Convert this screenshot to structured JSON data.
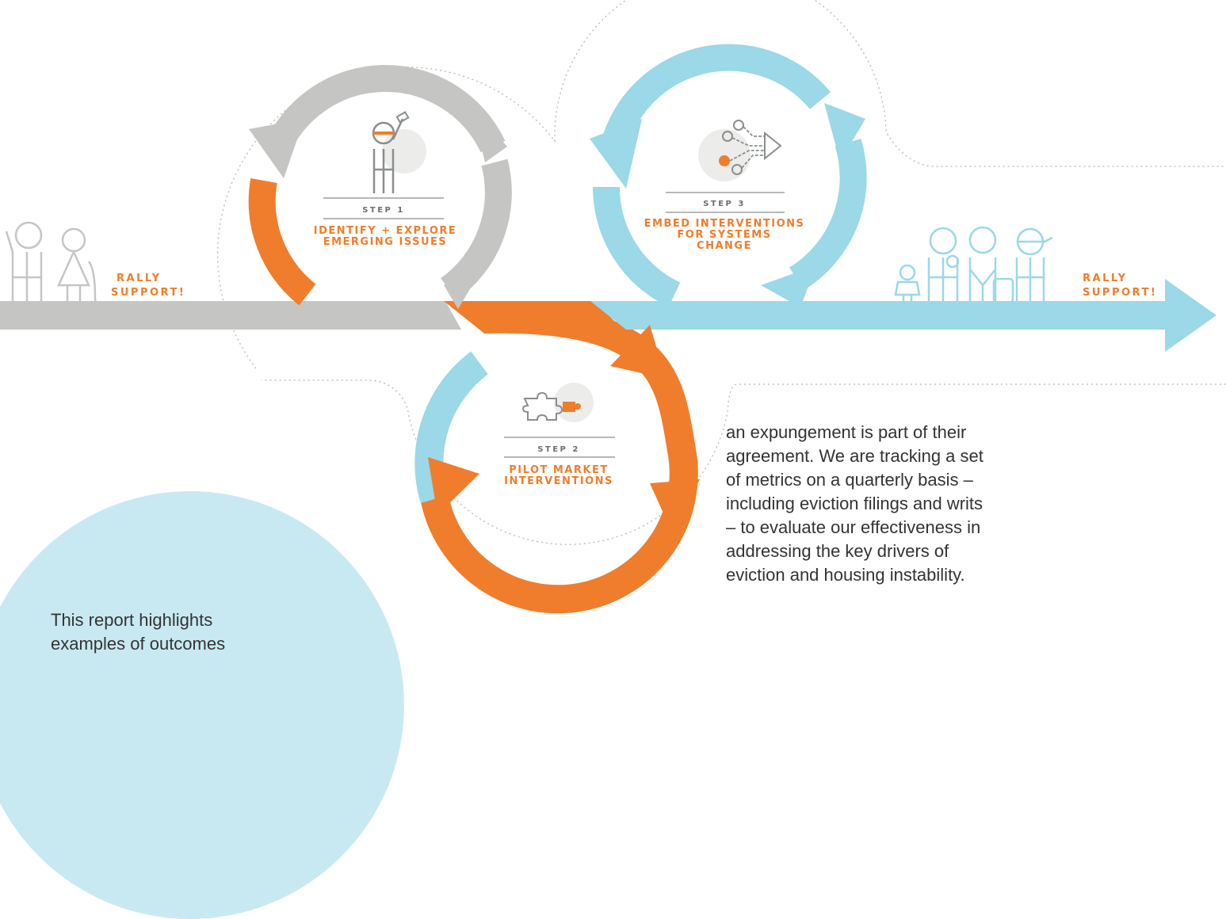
{
  "colors": {
    "grey": "#c5c6c4",
    "orange": "#f07d2b",
    "blue": "#9bd8e8",
    "icon_grey": "#8a8f8e",
    "light_blue_circle": "#c9e9f2",
    "dots": "#b8b8b8"
  },
  "steps": [
    {
      "number": "STEP 1",
      "title_lines": [
        "IDENTIFY + EXPLORE",
        "EMERGING ISSUES"
      ],
      "icon": "person-with-telescope-icon"
    },
    {
      "number": "STEP 2",
      "title_lines": [
        "PILOT MARKET",
        "INTERVENTIONS"
      ],
      "icon": "puzzle-pieces-icon"
    },
    {
      "number": "STEP 3",
      "title_lines": [
        "EMBED INTERVENTIONS",
        "FOR SYSTEMS",
        "CHANGE"
      ],
      "icon": "branching-arrows-icon"
    }
  ],
  "rally_left": [
    "RALLY",
    "SUPPORT!"
  ],
  "rally_right": [
    "RALLY",
    "SUPPORT!"
  ],
  "paragraph_right": "an expungement is part of their agreement. We are tracking a set of metrics on a quarterly basis – including eviction filings and writs – to evaluate our effectiveness in addressing the key drivers of eviction and housing instability.",
  "paragraph_left": "This report highlights examples of outcomes"
}
